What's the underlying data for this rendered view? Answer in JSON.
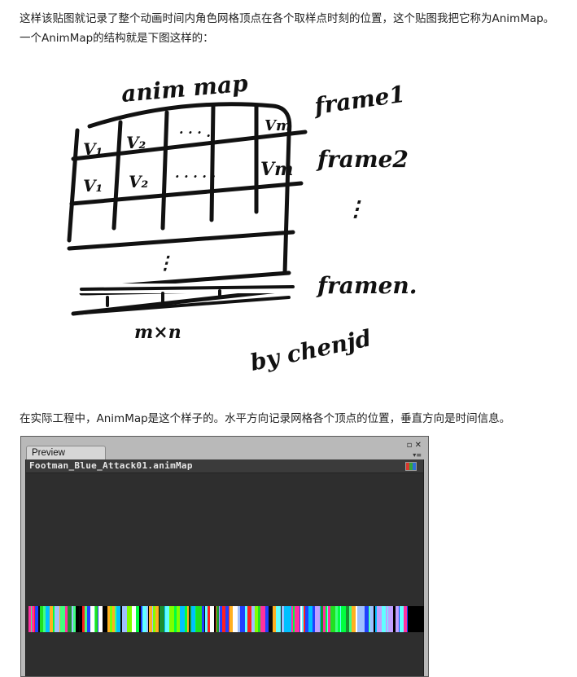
{
  "paragraphs": {
    "intro_line1": "这样该贴图就记录了整个动画时间内角色网格顶点在各个取样点时刻的位置，这个贴图我把它称为AnimMap。",
    "intro_line2": "一个AnimMap的结构就是下图这样的：",
    "example": "在实际工程中，AnimMap是这个样子的。水平方向记录网格各个顶点的位置，垂直方向是时间信息。"
  },
  "sketch": {
    "title": "anim map",
    "row1": [
      "V₁",
      "V₂",
      "· · · .",
      "Vm"
    ],
    "row2": [
      "V₁",
      "V₂",
      "· · · ·  ·",
      "Vm"
    ],
    "frame_labels": [
      "frame1",
      "frame2",
      "framen."
    ],
    "vdots": "⋮",
    "size_label": "m×n",
    "signature": "by chenjd"
  },
  "preview": {
    "tab_label": "Preview",
    "window_controls": "▫ ✕",
    "menu_icon": "▾≡",
    "asset_name": "Footman_Blue_Attack01.animMap"
  },
  "texture": {
    "stripe_colors": [
      "#00ff40",
      "#20e020",
      "#00c0ff",
      "#40ff80",
      "#1a8f30",
      "#000000",
      "#2040ff",
      "#ffb020",
      "#ff30a0",
      "#c0a0ff",
      "#ffffff",
      "#60ffff",
      "#0b0b0b",
      "#80ff00",
      "#ff2020",
      "#a0c0ff"
    ]
  }
}
